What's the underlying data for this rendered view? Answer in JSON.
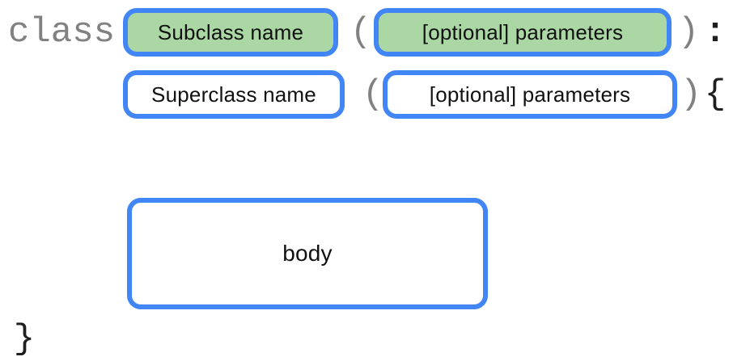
{
  "diagram": {
    "title_semantic": "class declaration syntax diagram",
    "keyword": "class",
    "line1": {
      "subclass_label": "Subclass name",
      "open_paren": "(",
      "params_label": "[optional] parameters",
      "close_paren": ")",
      "colon": ":"
    },
    "line2": {
      "superclass_label": "Superclass name",
      "open_paren": "(",
      "params_label": "[optional] parameters",
      "close_paren": ")",
      "open_brace": "{"
    },
    "body_label": "body",
    "close_brace": "}",
    "colors": {
      "box_border": "#4285f4",
      "highlight_fill": "#abd7a5",
      "plain_fill": "#ffffff",
      "keyword_gray": "#818181",
      "punctuation_black": "#1f1f1f",
      "label_text": "#111111"
    }
  }
}
